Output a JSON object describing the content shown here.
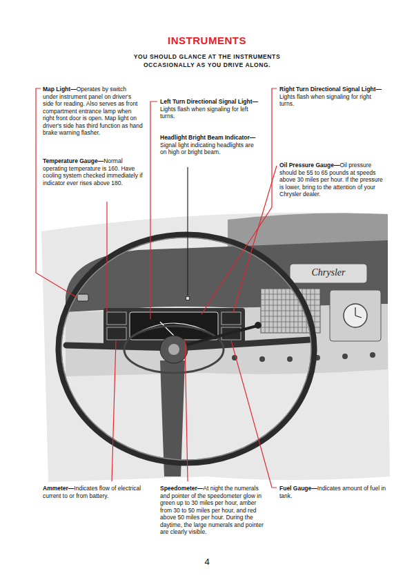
{
  "diagram": {
    "title": "INSTRUMENTS",
    "labels": [
      "YOU SHOULD GLANCE AT THE INSTRUMENTS OCCASIONALLY AS YOU DRIVE ALONG.",
      "Map Light—",
      "Operates by switch under instrument panel on driver's side for reading. Also serves as front compartment entrance lamp when right front door is open. Map light on driver's side has third function as hand brake warning flasher.",
      "Temperature Gauge—",
      "Normal operating temperature is 160. Have cooling system checked immediately if indicator ever rises above 180.",
      "Left Turn Directional Signal Light—",
      "Lights flash when signaling for left turns.",
      "Headlight Bright Beam Indicator—",
      "Signal light indicating headlights are on high or bright beam.",
      "Right Turn Directional Signal Light—",
      "Lights flash when signaling for right turns.",
      "Oil Pressure Gauge—",
      "Oil pressure should be 55 to 65 pounds at speeds above 30 miles per hour. If the pressure is lower, bring to the attention of your Chrysler dealer.",
      "Ammeter—",
      "Indicates flow of electrical current to or from battery.",
      "Speedometer—",
      "At night the numerals and pointer of the speedometer glow in green up to 30 miles per hour, amber from 30 to 50 miles per hour, and red above 50 miles per hour. During the daytime, the large numerals and pointer are clearly visible.",
      "Fuel Gauge—",
      "Indicates amount of fuel in tank.",
      "Chrysler",
      "4"
    ]
  }
}
